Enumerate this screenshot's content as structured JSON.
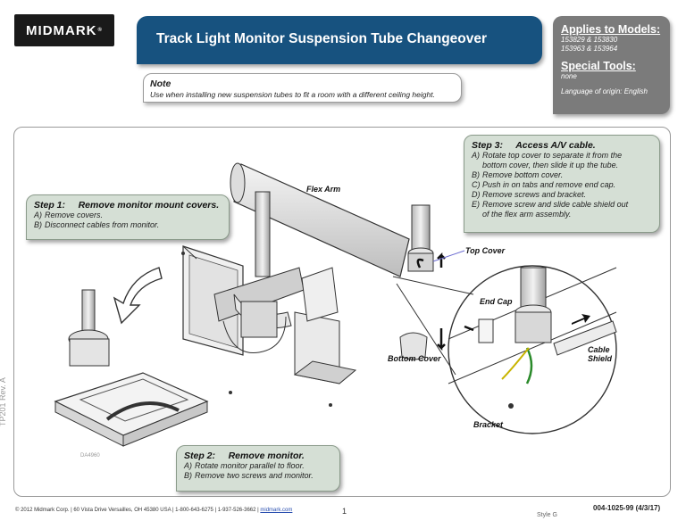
{
  "logo": {
    "text": "MIDMARK",
    "mark": "®"
  },
  "title": "Track Light Monitor Suspension Tube Changeover",
  "models": {
    "heading": "Applies to Models:",
    "line1": "153829 & 153830",
    "line2": "153963 & 153964",
    "tools_heading": "Special Tools:",
    "tools_value": "none",
    "language": "Language of origin: English"
  },
  "note": {
    "title": "Note",
    "body": "Use when installing new suspension tubes to fit a room with a different ceiling height."
  },
  "step1": {
    "heading": "Step 1:     Remove monitor mount covers.",
    "items": [
      {
        "key": "A)",
        "text": "Remove covers."
      },
      {
        "key": "B)",
        "text": "Disconnect cables from monitor."
      }
    ]
  },
  "step2": {
    "heading": "Step 2:     Remove monitor.",
    "items": [
      {
        "key": "A)",
        "text": "Rotate monitor parallel to floor."
      },
      {
        "key": "B)",
        "text": "Remove two screws and monitor."
      }
    ]
  },
  "step3": {
    "heading": "Step 3:     Access A/V cable.",
    "items": [
      {
        "key": "A)",
        "text": "Rotate top cover to separate it from the"
      },
      {
        "key": "",
        "text": "bottom cover, then slide it up the tube."
      },
      {
        "key": "B)",
        "text": "Remove bottom cover."
      },
      {
        "key": "C)",
        "text": "Push in on tabs and remove end cap."
      },
      {
        "key": "D)",
        "text": "Remove screws and bracket."
      },
      {
        "key": "E)",
        "text": "Remove screw and slide cable shield out"
      },
      {
        "key": "",
        "text": "of the flex arm assembly."
      }
    ]
  },
  "callouts": {
    "flex_arm": "Flex Arm",
    "top_cover": "Top Cover",
    "end_cap": "End Cap",
    "cable": "Cable",
    "shield": "Shield",
    "bottom_cover": "Bottom Cover",
    "bracket": "Bracket",
    "drawing_id": "DA4960"
  },
  "footer": {
    "left": "© 2012  Midmark Corp.  |  60 Vista Drive Versailles, OH 45380 USA  |  1-800-643-6275  |  1-937-526-3662  |",
    "link": "midmark.com",
    "page": "1",
    "style": "Style G",
    "doc_number": "004-1025-99   (4/3/17)",
    "revision": "TP201 Rev. A"
  }
}
